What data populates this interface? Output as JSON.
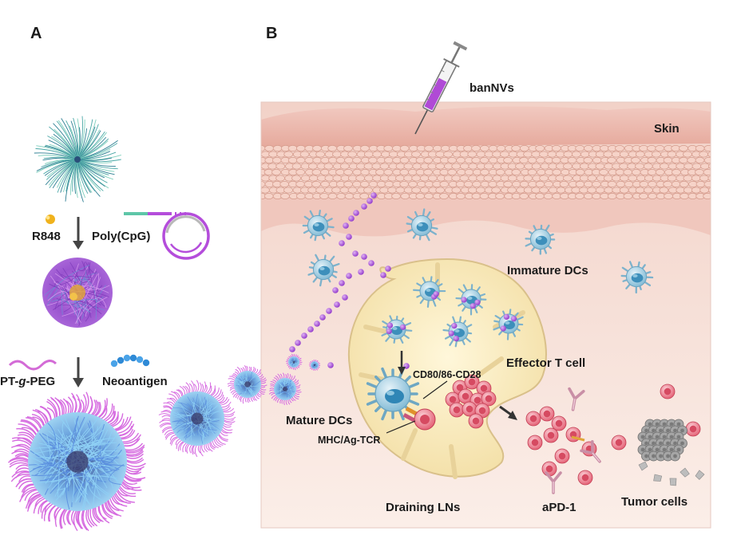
{
  "panel_a": {
    "letter": "A",
    "labels": {
      "r848": "R848",
      "polycpg": "Poly(CpG)",
      "ptgpeg_pre": "PT-",
      "ptgpeg_g": "g",
      "ptgpeg_post": "-PEG",
      "neoantigen": "Neoantigen"
    }
  },
  "panel_b": {
    "letter": "B",
    "labels": {
      "bannvs": "banNVs",
      "skin": "Skin",
      "immature_dcs": "Immature DCs",
      "effector_t": "Effector T cell",
      "cd80": "CD80/86-CD28",
      "mature_dcs": "Mature DCs",
      "mhc": "MHC/Ag-TCR",
      "draining_lns": "Draining LNs",
      "apd1": "aPD-1",
      "tumor_cells": "Tumor cells"
    }
  },
  "colors": {
    "purple": "#a347d8",
    "skin_top": "#ecc0b6",
    "tissue": "#f6dcd2",
    "lymph_node": "#f7ebc3",
    "dc_blue": "#8fc6de",
    "t_cell": "#e24b62",
    "tumor_gray": "#9a9a9a"
  }
}
